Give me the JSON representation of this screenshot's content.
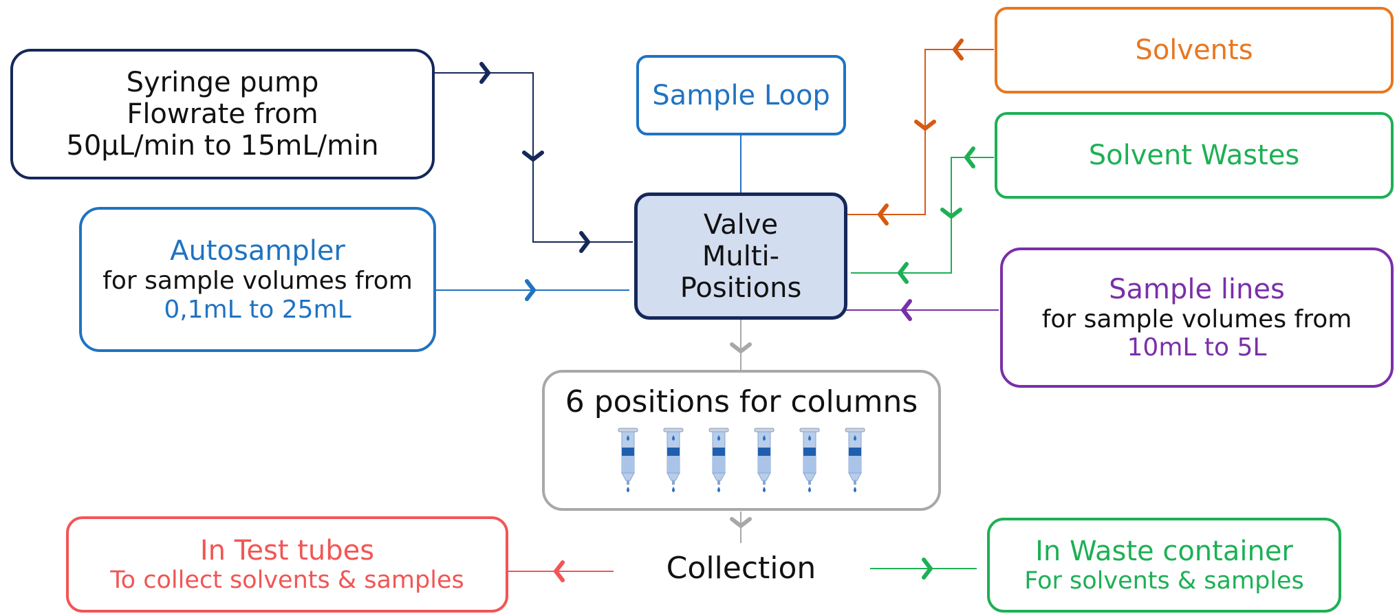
{
  "colors": {
    "navy": "#15285a",
    "blue": "#1f73c2",
    "orange": "#e87720",
    "orange_line": "#d65a12",
    "green": "#1db055",
    "purple": "#7a2fa8",
    "gray": "#a8a8a8",
    "red": "#f25555",
    "valve_fill": "#d3ddf0"
  },
  "nodes": {
    "syringe": {
      "line1": "Syringe pump",
      "line2": "Flowrate from",
      "line3": "50µL/min to 15mL/min"
    },
    "loop": {
      "label": "Sample Loop"
    },
    "solvents": {
      "label": "Solvents"
    },
    "wastes": {
      "label": "Solvent Wastes"
    },
    "autosampler": {
      "title": "Autosampler",
      "desc": "for sample volumes from",
      "range": "0,1mL to 25mL"
    },
    "valve": {
      "line1": "Valve",
      "line2": "Multi-",
      "line3": "Positions"
    },
    "sample_lines": {
      "title": "Sample lines",
      "desc": "for sample volumes from",
      "range": "10mL to 5L"
    },
    "columns": {
      "label": "6 positions for columns",
      "count": 6,
      "icon": "spe-cartridge-icon"
    },
    "collection": {
      "label": "Collection"
    },
    "test_tubes": {
      "title": "In Test tubes",
      "desc": "To collect solvents & samples"
    },
    "waste_container": {
      "title": "In Waste container",
      "desc": "For solvents & samples"
    }
  }
}
